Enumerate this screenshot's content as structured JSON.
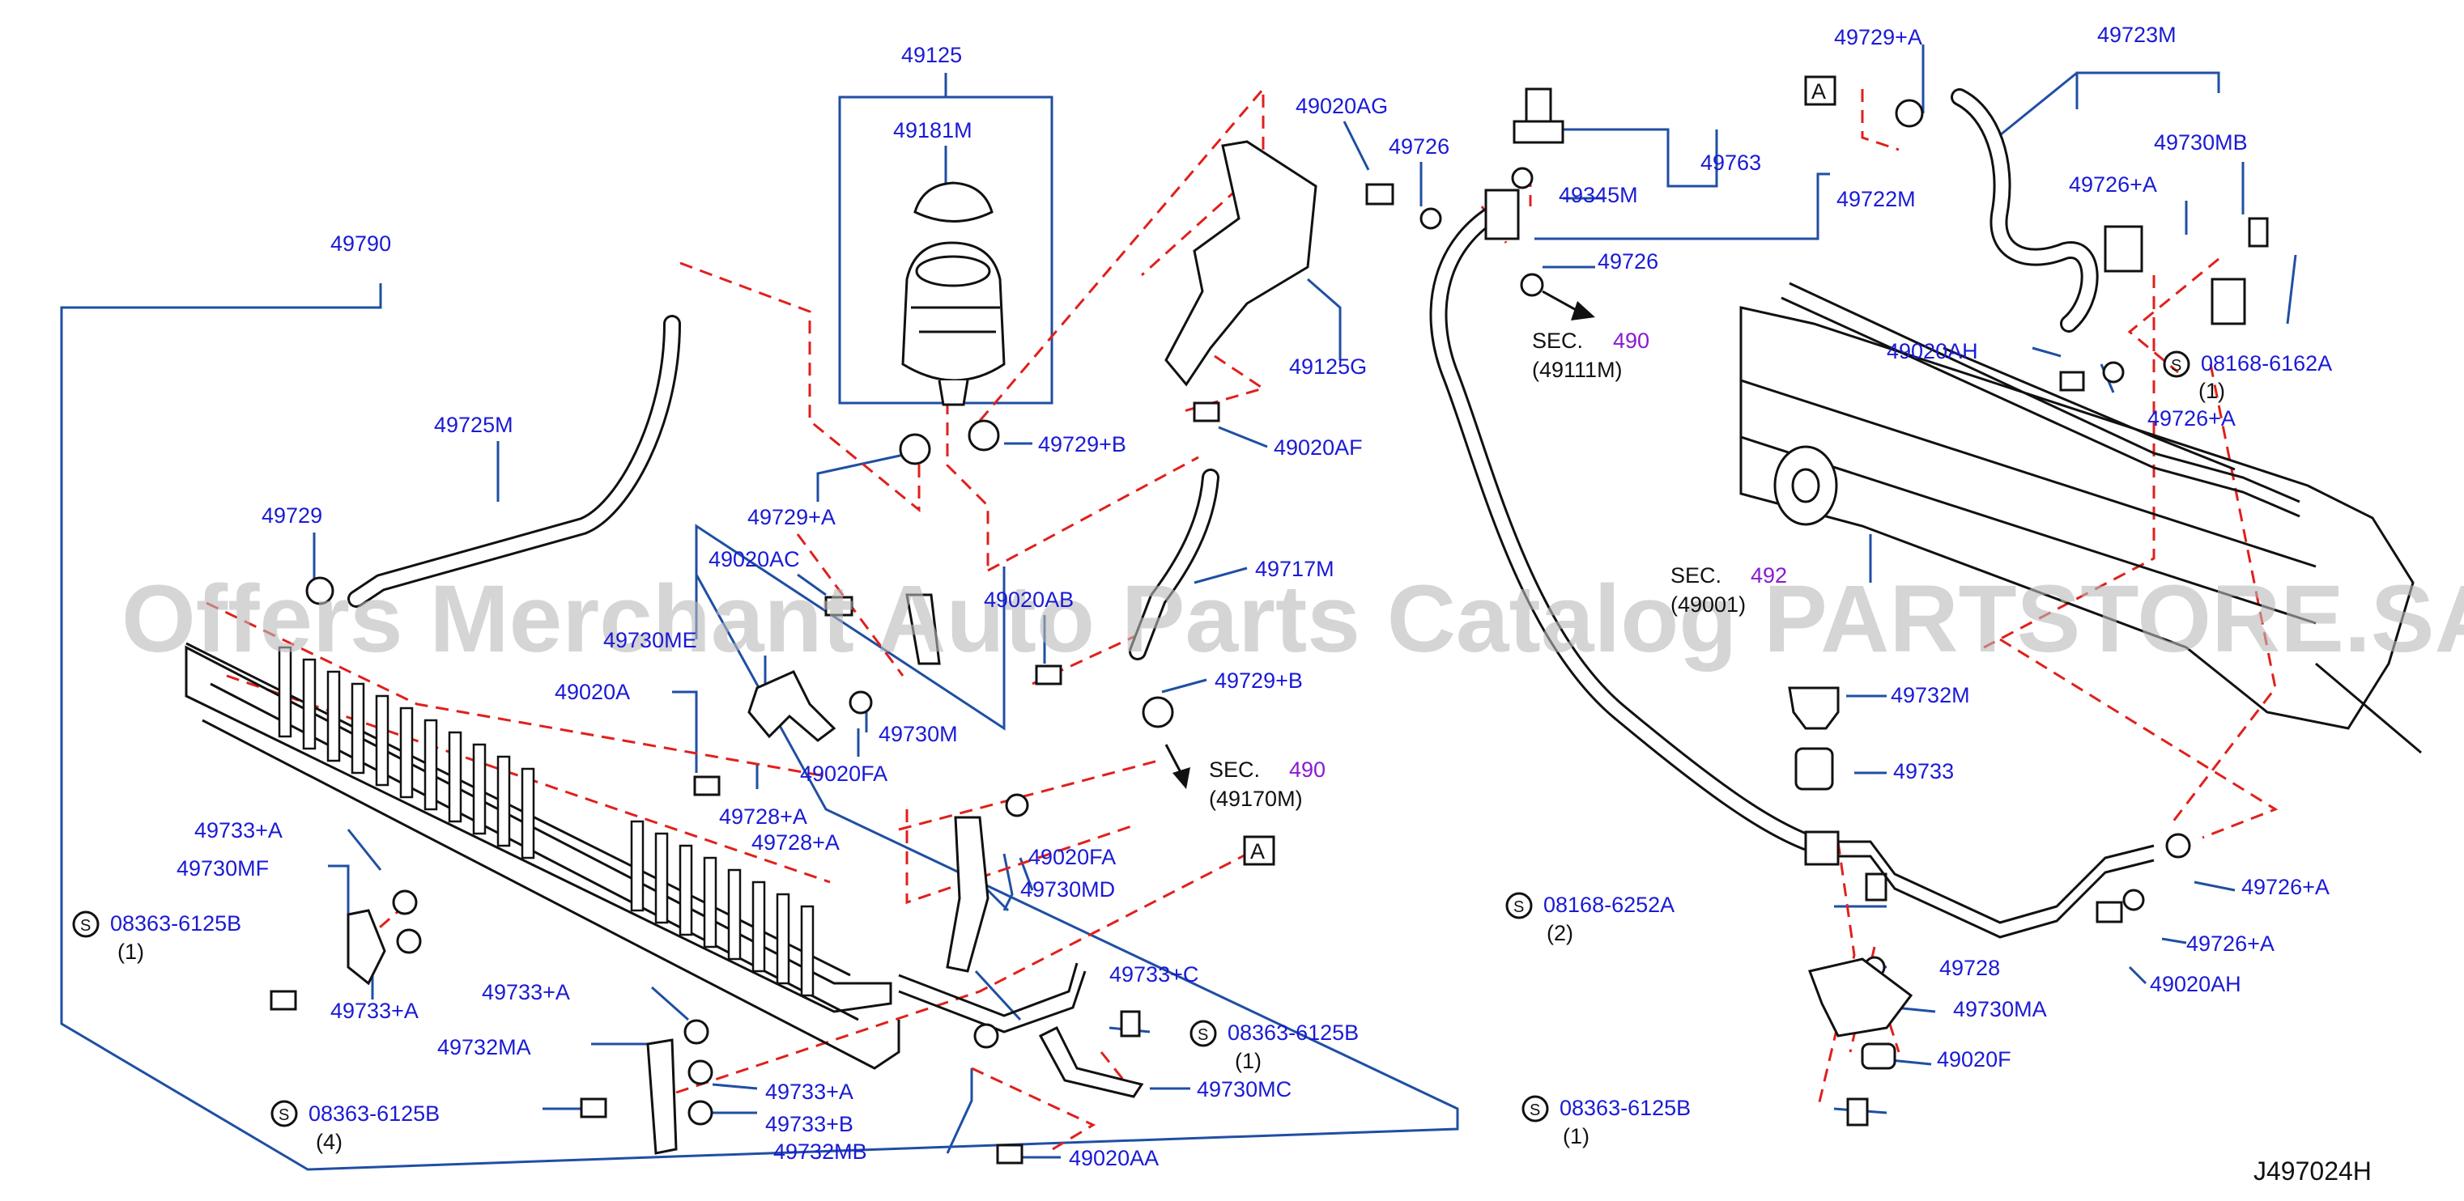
{
  "diagram": {
    "drawing_id": "J497024H",
    "watermark": "Offers Merchant Auto Parts Catalog PARTSTORE.SA",
    "colors": {
      "label": "#1a1ad6",
      "leader": "#1f4fa3",
      "dashed": "#e0201c",
      "section_ref": "#8a1ad0"
    },
    "labels": [
      {
        "id": "l01",
        "text": "49125"
      },
      {
        "id": "l02",
        "text": "49181M"
      },
      {
        "id": "l03",
        "text": "49790"
      },
      {
        "id": "l04",
        "text": "49020AG"
      },
      {
        "id": "l05",
        "text": "49726"
      },
      {
        "id": "l06",
        "text": "49125G"
      },
      {
        "id": "l07",
        "text": "49729+B"
      },
      {
        "id": "l08",
        "text": "49020AF"
      },
      {
        "id": "l09",
        "text": "49729+A"
      },
      {
        "id": "l10",
        "text": "49725M"
      },
      {
        "id": "l11",
        "text": "49729"
      },
      {
        "id": "l12",
        "text": "49020AC"
      },
      {
        "id": "l13",
        "text": "49020AB"
      },
      {
        "id": "l14",
        "text": "49717M"
      },
      {
        "id": "l15",
        "text": "49730ME"
      },
      {
        "id": "l16",
        "text": "49020A"
      },
      {
        "id": "l17",
        "text": "49730M"
      },
      {
        "id": "l18",
        "text": "49729+B"
      },
      {
        "id": "l19",
        "text": "49020FA"
      },
      {
        "id": "l20",
        "text": "49728+A"
      },
      {
        "id": "l21",
        "text": "49728+A"
      },
      {
        "id": "l22",
        "text": "49733+A"
      },
      {
        "id": "l23",
        "text": "49730MF"
      },
      {
        "id": "l24",
        "text": "08363-6125B"
      },
      {
        "id": "l25",
        "text": "(1)"
      },
      {
        "id": "l26",
        "text": "49733+A"
      },
      {
        "id": "l27",
        "text": "49020FA"
      },
      {
        "id": "l28",
        "text": "49730MD"
      },
      {
        "id": "l29",
        "text": "49733+A"
      },
      {
        "id": "l30",
        "text": "49732MA"
      },
      {
        "id": "l31",
        "text": "49733+C"
      },
      {
        "id": "l32",
        "text": "08363-6125B"
      },
      {
        "id": "l33",
        "text": "(1)"
      },
      {
        "id": "l34",
        "text": "49733+A"
      },
      {
        "id": "l35",
        "text": "49730MC"
      },
      {
        "id": "l36",
        "text": "08363-6125B"
      },
      {
        "id": "l37",
        "text": "(4)"
      },
      {
        "id": "l38",
        "text": "49733+B"
      },
      {
        "id": "l39",
        "text": "49732MB"
      },
      {
        "id": "l40",
        "text": "49020AA"
      },
      {
        "id": "l41",
        "text": "49345M"
      },
      {
        "id": "l42",
        "text": "49763"
      },
      {
        "id": "l43",
        "text": "49722M"
      },
      {
        "id": "l44",
        "text": "49726"
      },
      {
        "id": "l45",
        "text": "49729+A"
      },
      {
        "id": "l46",
        "text": "49723M"
      },
      {
        "id": "l47",
        "text": "49730MB"
      },
      {
        "id": "l48",
        "text": "49726+A"
      },
      {
        "id": "l49",
        "text": "49020AH"
      },
      {
        "id": "l50",
        "text": "08168-6162A"
      },
      {
        "id": "l51",
        "text": "(1)"
      },
      {
        "id": "l52",
        "text": "49726+A"
      },
      {
        "id": "l53",
        "text": "49732M"
      },
      {
        "id": "l54",
        "text": "49733"
      },
      {
        "id": "l55",
        "text": "08168-6252A"
      },
      {
        "id": "l56",
        "text": "(2)"
      },
      {
        "id": "l57",
        "text": "49728"
      },
      {
        "id": "l58",
        "text": "49730MA"
      },
      {
        "id": "l59",
        "text": "49020F"
      },
      {
        "id": "l60",
        "text": "08363-6125B"
      },
      {
        "id": "l61",
        "text": "(1)"
      },
      {
        "id": "l62",
        "text": "49726+A"
      },
      {
        "id": "l63",
        "text": "49726+A"
      },
      {
        "id": "l64",
        "text": "49020AH"
      }
    ],
    "section_refs": [
      {
        "id": "s1",
        "prefix": "SEC.",
        "num": "490",
        "sub": "(49111M)"
      },
      {
        "id": "s2",
        "prefix": "SEC.",
        "num": "490",
        "sub": "(49170M)"
      },
      {
        "id": "s3",
        "prefix": "SEC.",
        "num": "492",
        "sub": "(49001)"
      }
    ],
    "reference_boxes": [
      {
        "id": "r1",
        "text": "A"
      },
      {
        "id": "r2",
        "text": "A"
      }
    ],
    "s_symbol": "S"
  }
}
